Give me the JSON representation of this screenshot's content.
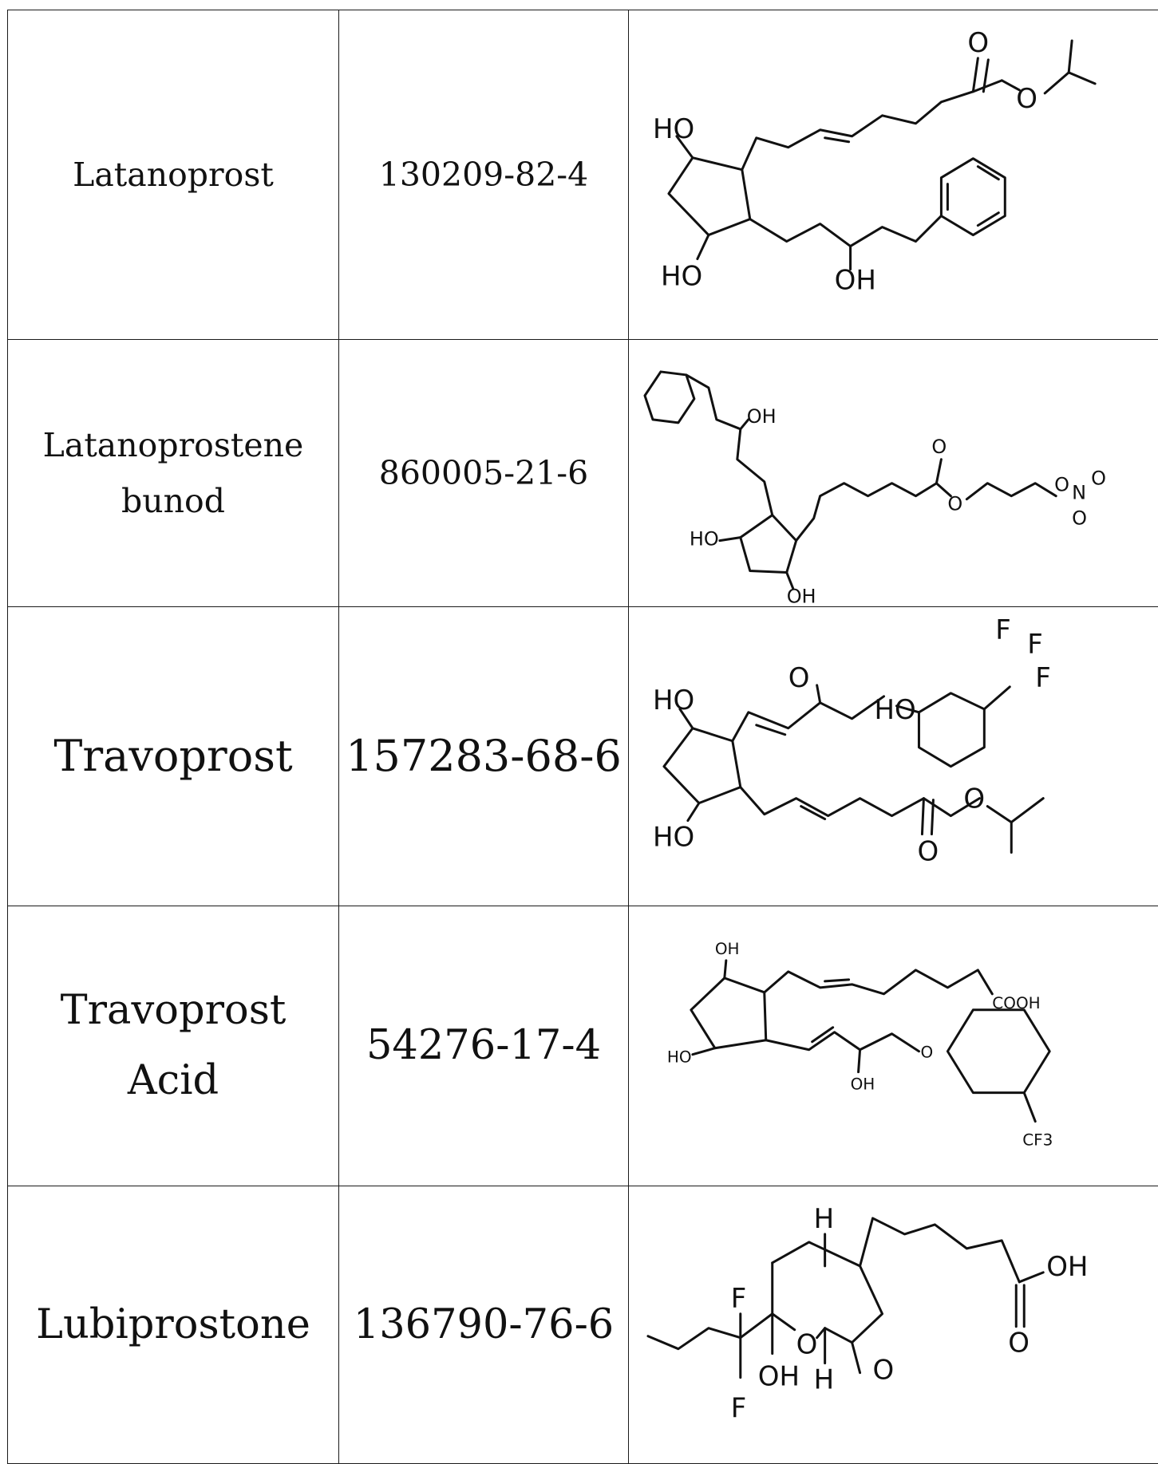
{
  "rows": [
    {
      "name_lines": [
        "Latanoprost"
      ],
      "cas": "130209-82-4",
      "structure": {
        "icon": "latanoprost-structure-icon",
        "atom_labels": [
          "O",
          "O",
          "HO",
          "HO",
          "OH"
        ]
      }
    },
    {
      "name_lines": [
        "Latanoprostene",
        "bunod"
      ],
      "cas": "860005-21-6",
      "structure": {
        "icon": "latanoprostene-bunod-structure-icon",
        "atom_labels": [
          "OH",
          "O",
          "O",
          "O",
          "N",
          "O",
          "O",
          "HO",
          "OH"
        ]
      }
    },
    {
      "name_lines": [
        "Travoprost"
      ],
      "cas": "157283-68-6",
      "structure": {
        "icon": "travoprost-structure-icon",
        "atom_labels": [
          "F",
          "F",
          "F",
          "HO",
          "O",
          "HO",
          "HO",
          "O",
          "O"
        ]
      }
    },
    {
      "name_lines": [
        "Travoprost",
        "Acid"
      ],
      "cas": "54276-17-4",
      "structure": {
        "icon": "travoprost-acid-structure-icon",
        "atom_labels": [
          "OH",
          "COOH",
          "HO",
          "O",
          "OH",
          "CF3"
        ]
      }
    },
    {
      "name_lines": [
        "Lubiprostone"
      ],
      "cas": "136790-76-6",
      "structure": {
        "icon": "lubiprostone-structure-icon",
        "atom_labels": [
          "H",
          "OH",
          "O",
          "F",
          "O",
          "O",
          "OH",
          "H",
          "F"
        ]
      }
    }
  ]
}
